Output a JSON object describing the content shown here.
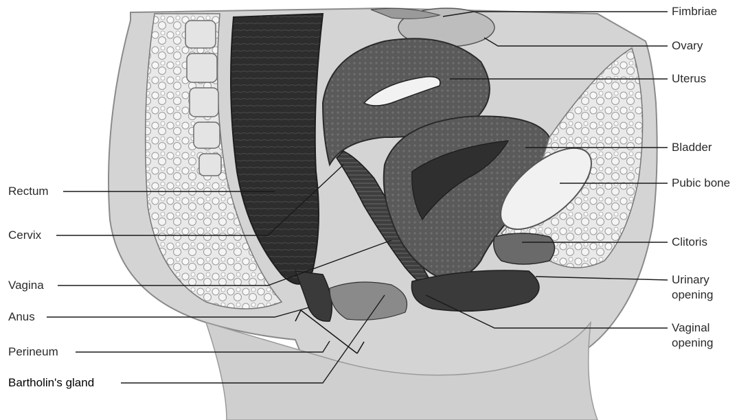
{
  "figure": {
    "subject": "Sagittal section of female pelvis",
    "colors": {
      "background": "#ffffff",
      "tissue_dark": "#2e2e2e",
      "tissue_mid": "#7a7a7a",
      "tissue_light": "#cfcfcf",
      "fat_light": "#e6e6e6",
      "leader_line": "#1a1a1a",
      "label_text": "#2a2a2a"
    }
  },
  "labels": {
    "left": {
      "rectum": "Rectum",
      "cervix": "Cervix",
      "vagina": "Vagina",
      "anus": "Anus",
      "perineum": "Perineum",
      "bartholins_gland": "Bartholin's gland"
    },
    "right": {
      "fimbriae": "Fimbriae",
      "ovary": "Ovary",
      "uterus": "Uterus",
      "bladder": "Bladder",
      "pubic_bone": "Pubic bone",
      "clitoris": "Clitoris",
      "urinary_opening_line1": "Urinary",
      "urinary_opening_line2": "opening",
      "vaginal_opening_line1": "Vaginal",
      "vaginal_opening_line2": "opening"
    }
  }
}
